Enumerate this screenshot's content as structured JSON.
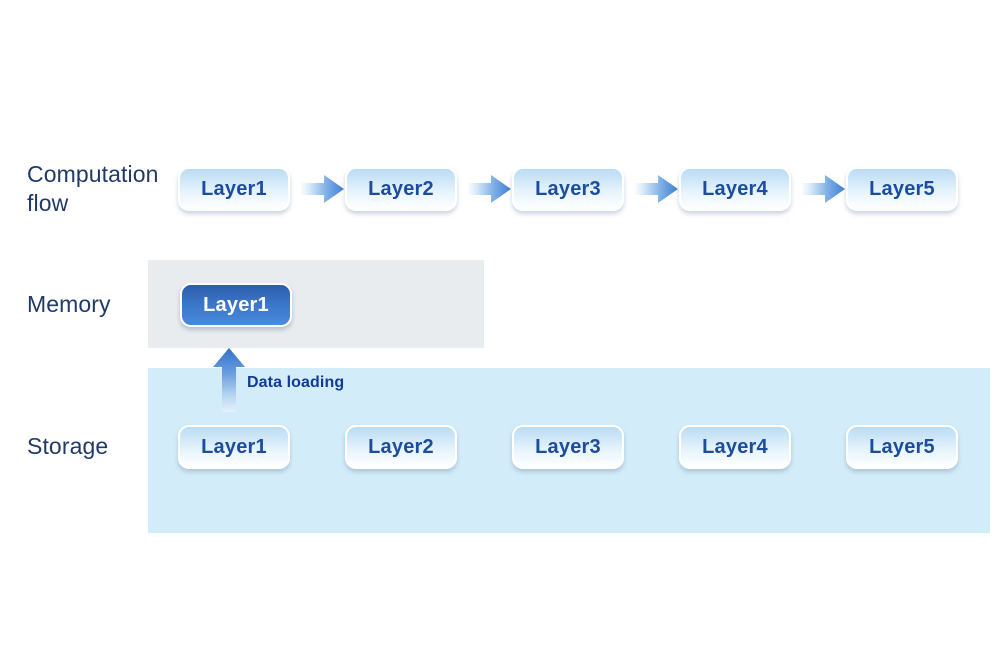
{
  "rows": {
    "computation": {
      "label": "Computation\nflow"
    },
    "memory": {
      "label": "Memory"
    },
    "storage": {
      "label": "Storage"
    }
  },
  "computation_flow": {
    "chips": [
      {
        "label": "Layer1"
      },
      {
        "label": "Layer2"
      },
      {
        "label": "Layer3"
      },
      {
        "label": "Layer4"
      },
      {
        "label": "Layer5"
      }
    ],
    "arrow_icon": "arrow-right-icon",
    "arrow_count": 4
  },
  "memory": {
    "chips": [
      {
        "label": "Layer1",
        "state": "loaded"
      }
    ],
    "band_color": "#e9ecef"
  },
  "storage": {
    "chips": [
      {
        "label": "Layer1"
      },
      {
        "label": "Layer2"
      },
      {
        "label": "Layer3"
      },
      {
        "label": "Layer4"
      },
      {
        "label": "Layer5"
      }
    ],
    "band_color": "#d3ecf9"
  },
  "data_loading": {
    "label": "Data loading",
    "arrow_icon": "arrow-up-icon"
  },
  "colors": {
    "label_text": "#203a67",
    "chip_text": "#1b4c9e",
    "chip_text_active": "#ffffff",
    "chip_gradient_top": "#b9dcf3",
    "chip_gradient_bottom": "#ffffff",
    "chip_active_top": "#2d5dac",
    "chip_active_bottom": "#4a8ade",
    "arrow_blue": "#4a86d8",
    "data_loading_text": "#13399b",
    "memory_band": "#e9ecef",
    "storage_band": "#d3ecf9",
    "page_background": "#ffffff"
  }
}
